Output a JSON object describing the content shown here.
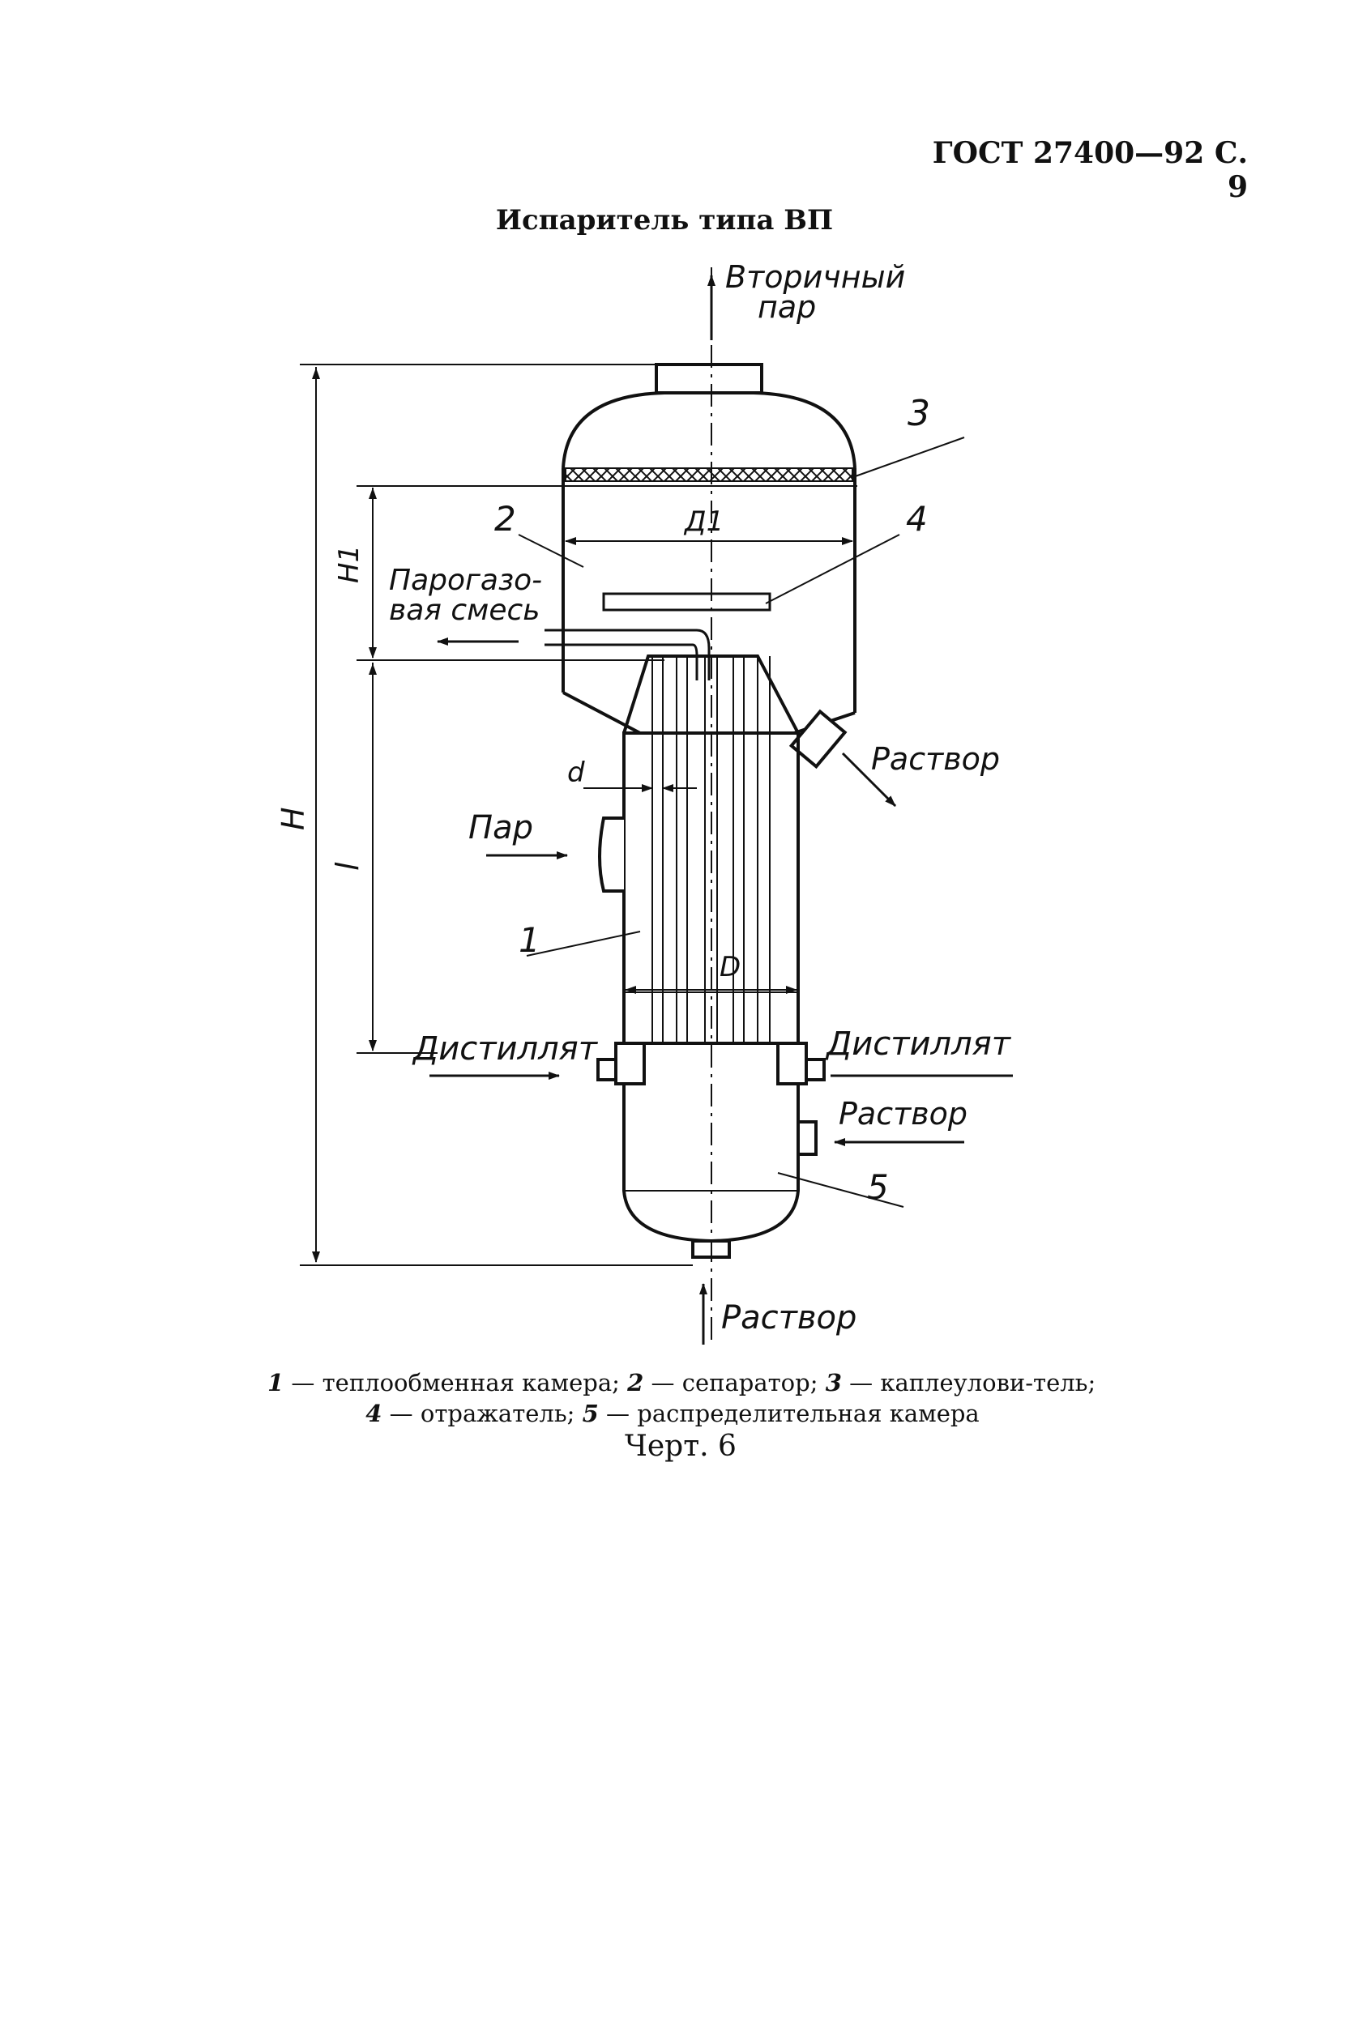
{
  "header": {
    "standard_ref": "ГОСТ 27400—92 С. 9"
  },
  "figure": {
    "title": "Испаритель типа ВП",
    "number": "Черт. 6"
  },
  "flows": {
    "secondary_vapor_line1": "Вторичный",
    "secondary_vapor_line2": "пар",
    "vapor_gas_mix_line1": "Парогазо-",
    "vapor_gas_mix_line2": "вая смесь",
    "steam": "Пар",
    "solution_out": "Раствор",
    "distillate_left": "Дистиллят",
    "distillate_right": "Дистиллят",
    "solution_in_side": "Раствор",
    "solution_in_bottom": "Раствор"
  },
  "dimensions": {
    "H": "H",
    "H1": "H1",
    "l": "l",
    "d": "d",
    "D": "D",
    "D1": "Д1"
  },
  "callouts": [
    "1",
    "2",
    "3",
    "4",
    "5"
  ],
  "legend": {
    "items": [
      {
        "num": "1",
        "text": "теплообменная камера;"
      },
      {
        "num": "2",
        "text": "сепаратор;"
      },
      {
        "num": "3",
        "text": "каплеулови-тель;"
      },
      {
        "num": "4",
        "text": "отражатель;"
      },
      {
        "num": "5",
        "text": "распределительная камера"
      }
    ]
  }
}
